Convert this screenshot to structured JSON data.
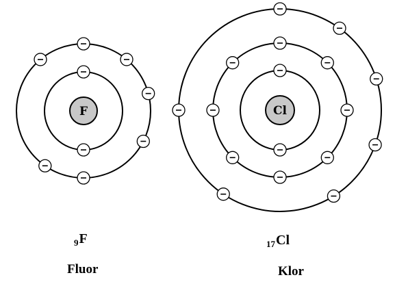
{
  "atoms": [
    {
      "id": "fluorine",
      "nucleus_symbol": "F",
      "atomic_number": "9",
      "symbol": "F",
      "name": "Fluor",
      "shell_count": 2,
      "electrons_per_shell": [
        2,
        7
      ],
      "electron_mark": "−"
    },
    {
      "id": "chlorine",
      "nucleus_symbol": "Cl",
      "atomic_number": "17",
      "symbol": "Cl",
      "name": "Klor",
      "shell_count": 3,
      "electrons_per_shell": [
        2,
        8,
        7
      ],
      "electron_mark": "−"
    }
  ],
  "colors": {
    "nucleus_fill": "#c8c8c8",
    "line": "#000000",
    "electron_fill": "#ffffff"
  }
}
